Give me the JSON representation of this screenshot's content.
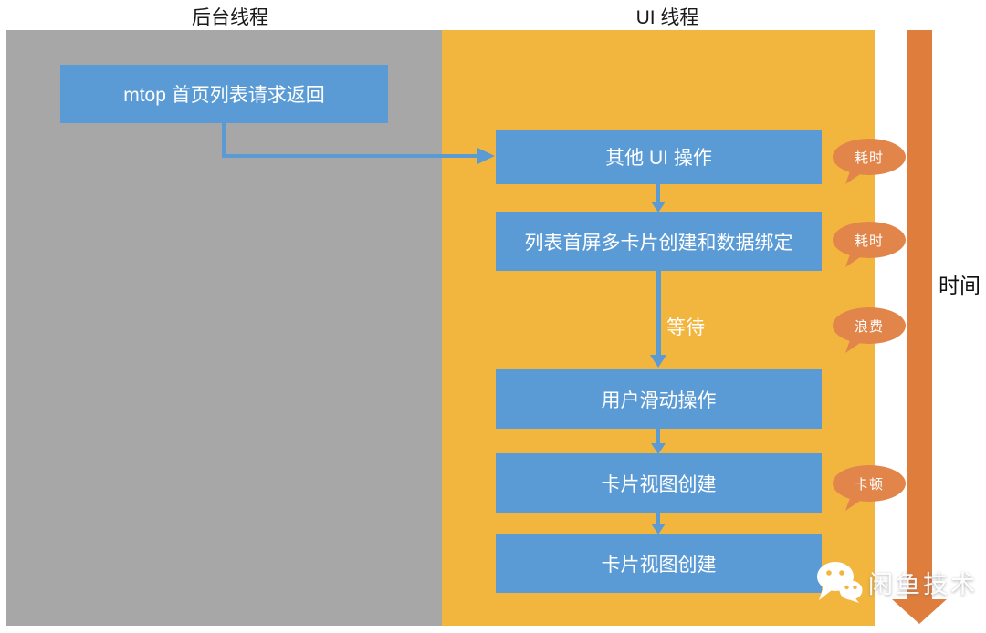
{
  "diagram": {
    "lanes": {
      "background_thread_label": "后台线程",
      "ui_thread_label": "UI 线程"
    },
    "background_thread": {
      "box_mtop": "mtop 首页列表请求返回"
    },
    "ui_thread": {
      "box_other_ui": "其他 UI 操作",
      "box_first_screen_bind": "列表首屏多卡片创建和数据绑定",
      "wait_label": "等待",
      "box_user_scroll": "用户滑动操作",
      "box_card_view_1": "卡片视图创建",
      "box_card_view_2": "卡片视图创建"
    },
    "callouts": [
      "耗时",
      "耗时",
      "浪费",
      "卡顿"
    ],
    "time_axis_label": "时间",
    "watermark": {
      "icon": "wechat-icon",
      "text": "闲鱼技术"
    },
    "colors": {
      "background_thread_panel": "#A7A7A7",
      "ui_thread_panel": "#F2B63F",
      "process_box": "#5B9BD5",
      "callout_bubble": "#E1854B",
      "time_arrow": "#DF7D3D",
      "box_text": "#FFFFFF",
      "heading_text": "#1A1A1A"
    }
  }
}
